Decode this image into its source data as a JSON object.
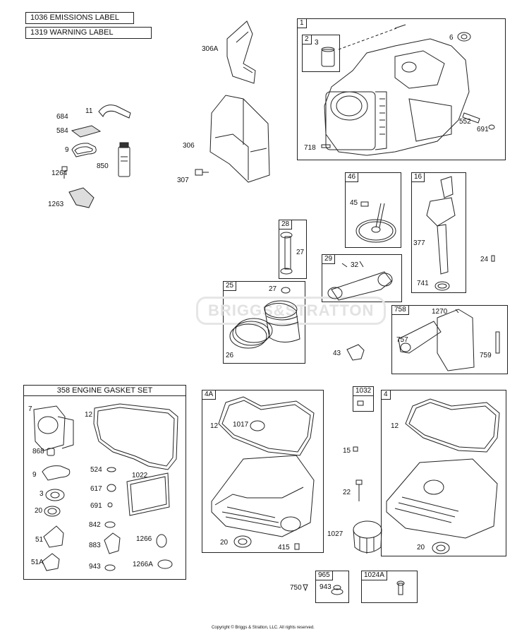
{
  "labels_top": {
    "emissions": "1036 EMISSIONS LABEL",
    "warning": "1319 WARNING LABEL"
  },
  "watermark": "BRIGGS&STRATTON",
  "gasket_set_title": "358 ENGINE GASKET SET",
  "copyright": "Copyright © Briggs & Stratton, LLC. All rights reserved.",
  "callouts": {
    "c306A": "306A",
    "c306": "306",
    "c307": "307",
    "c684": "684",
    "c11": "11",
    "c584": "584",
    "c9a": "9",
    "c850": "850",
    "c1264": "1264",
    "c1263": "1263",
    "c1": "1",
    "c2": "2",
    "c3a": "3",
    "c6": "6",
    "c552": "552",
    "c691a": "691",
    "c718": "718",
    "c46": "46",
    "c45": "45",
    "c16": "16",
    "c377": "377",
    "c741": "741",
    "c24": "24",
    "c28": "28",
    "c27a": "27",
    "c29": "29",
    "c32": "32",
    "c25": "25",
    "c27b": "27",
    "c26": "26",
    "c758": "758",
    "c1270": "1270",
    "c757": "757",
    "c759": "759",
    "c43": "43",
    "c7": "7",
    "c12a": "12",
    "c868": "868",
    "c9b": "9",
    "c524": "524",
    "c1022": "1022",
    "c617": "617",
    "c3b": "3",
    "c691b": "691",
    "c20a": "20",
    "c842": "842",
    "c51": "51",
    "c883": "883",
    "c1266": "1266",
    "c51A": "51A",
    "c943a": "943",
    "c1266A": "1266A",
    "c4A": "4A",
    "c12b": "12",
    "c1017": "1017",
    "c20b": "20",
    "c415": "415",
    "c1032": "1032",
    "c15": "15",
    "c22": "22",
    "c1027": "1027",
    "c4": "4",
    "c12c": "12",
    "c20c": "20",
    "c965": "965",
    "c750": "750",
    "c943b": "943",
    "c1024A": "1024A"
  }
}
